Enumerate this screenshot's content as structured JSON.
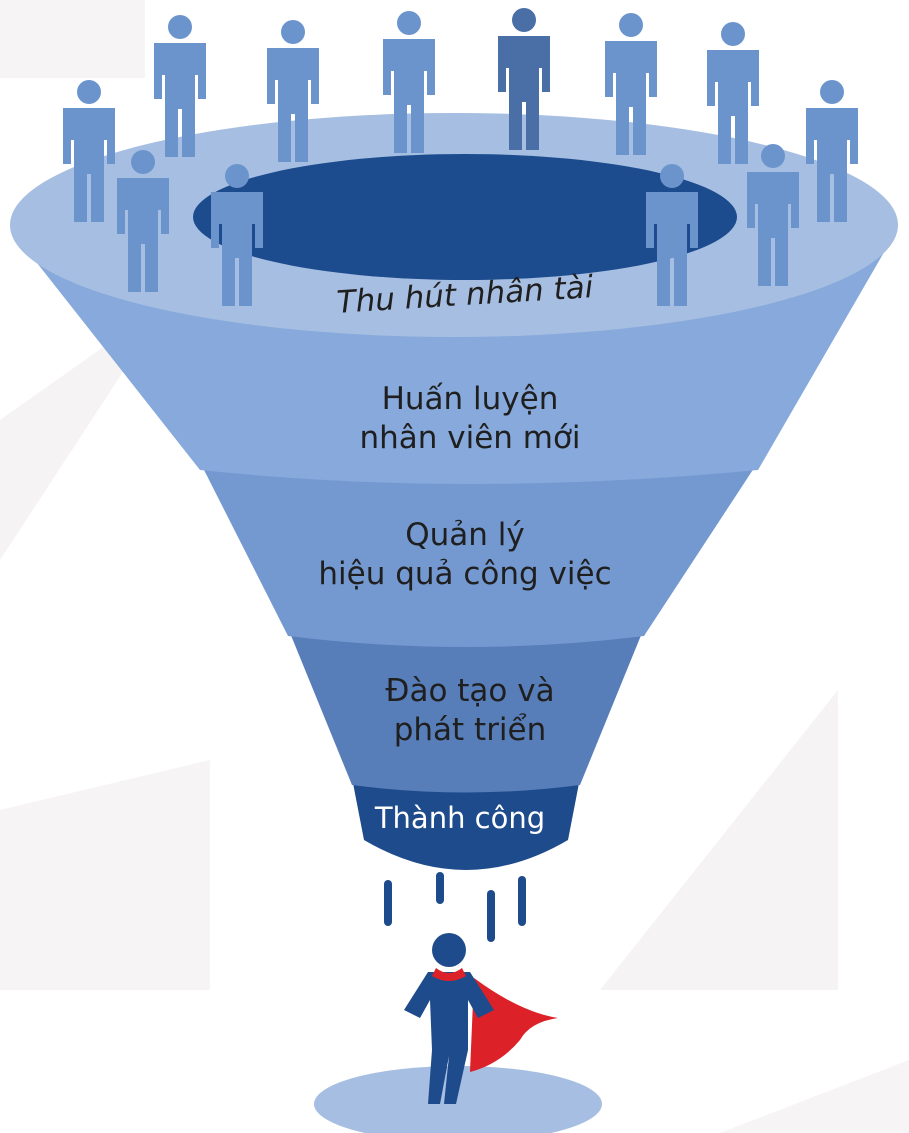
{
  "stages": [
    {
      "id": "thu-hut",
      "lines": [
        "Thu hút nhân tài"
      ]
    },
    {
      "id": "huan-luyen",
      "lines": [
        "Huấn luyện",
        "nhân viên mới"
      ]
    },
    {
      "id": "quan-ly",
      "lines": [
        "Quản lý",
        "hiệu quả công việc"
      ]
    },
    {
      "id": "dao-tao",
      "lines": [
        "Đào tạo và",
        "phát triển"
      ]
    },
    {
      "id": "thanh-cong",
      "lines": [
        "Thành công"
      ]
    }
  ],
  "colors": {
    "rim": "#a6bee2",
    "opening": "#1c4c8e",
    "band_1": "#a2bbe2",
    "band_2": "#87a9db",
    "band_3": "#7499d1",
    "band_4": "#587eba",
    "band_5": "#1e4b8b",
    "person": "#6b94cd",
    "person_highlight": "#4a6fa6",
    "hero": "#1e4b8b",
    "cape": "#dd2128",
    "shadow": "#a6bee2"
  },
  "icons": [
    "person-icon",
    "hero-icon",
    "cape-icon",
    "drip-line"
  ]
}
